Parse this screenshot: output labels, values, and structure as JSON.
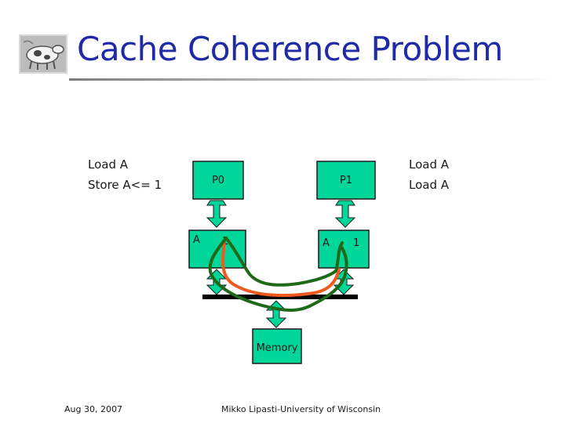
{
  "slide": {
    "title": "Cache Coherence Problem"
  },
  "p0_program": [
    "Load A",
    "Store A<= 1"
  ],
  "p1_program": [
    "Load A",
    "Load A"
  ],
  "diagram": {
    "p0_label": "P0",
    "p1_label": "P1",
    "p0_cache_tag": "A",
    "p0_cache_value": "1",
    "p1_cache_tag": "A",
    "p1_cache_value": "1",
    "memory_label": "Memory",
    "colors": {
      "box_fill": "#00d59a",
      "bus": "#000000",
      "red_path": "#f05a1e",
      "green_path": "#1f6a19",
      "title": "#1f2aa6"
    }
  },
  "footer": {
    "date": "Aug 30, 2007",
    "credit": "Mikko Lipasti-University of Wisconsin"
  }
}
